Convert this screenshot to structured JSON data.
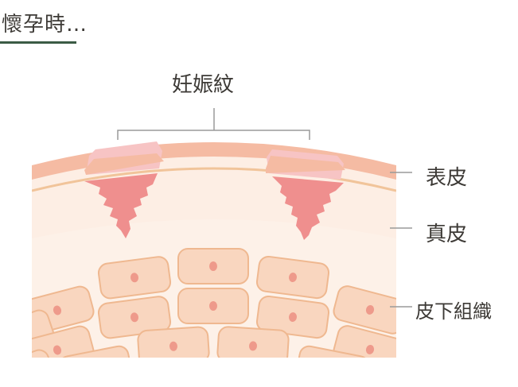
{
  "heading": "懷孕時…",
  "labels": {
    "stretch_marks": "妊娠紋",
    "epidermis": "表皮",
    "dermis": "真皮",
    "subcutaneous": "皮下組織"
  },
  "colors": {
    "heading_underline": "#3b5b45",
    "epidermis": "#f5bba3",
    "dermis": "#fdeee4",
    "dermis_line": "#f1c49a",
    "cells": "#f9d6bf",
    "cell_border": "#efb890",
    "nucleus": "#ee9a8b",
    "stretch_mark_tear": "#ef8f8e",
    "stretch_mark_thin_epidermis": "#f7c4c4",
    "bracket": "#9a9a9a"
  }
}
